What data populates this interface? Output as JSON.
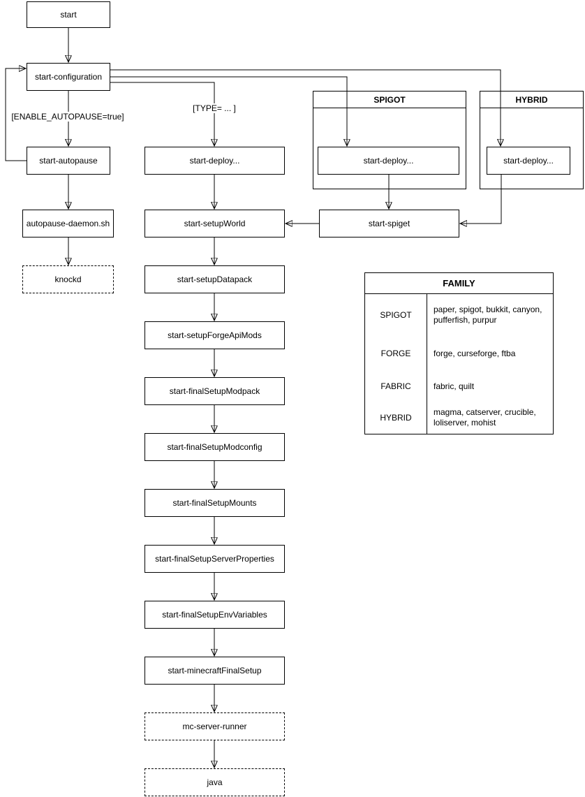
{
  "diagram": {
    "background": "#ffffff",
    "stroke_color": "#000000",
    "text_color": "#000000",
    "nodes": {
      "start": "start",
      "start_configuration": "start-configuration",
      "start_autopause": "start-autopause",
      "autopause_daemon": "autopause-daemon.sh",
      "knockd": "knockd",
      "deploy_main": "start-deploy...",
      "deploy_spigot": "start-deploy...",
      "deploy_hybrid": "start-deploy...",
      "start_spiget": "start-spiget",
      "chain": [
        "start-setupWorld",
        "start-setupDatapack",
        "start-setupForgeApiMods",
        "start-finalSetupModpack",
        "start-finalSetupModconfig",
        "start-finalSetupMounts",
        "start-finalSetupServerProperties",
        "start-finalSetupEnvVariables",
        "start-minecraftFinalSetup",
        "mc-server-runner",
        "java"
      ]
    },
    "containers": {
      "spigot": "SPIGOT",
      "hybrid": "HYBRID"
    },
    "edge_labels": {
      "autopause_condition": "[ENABLE_AUTOPAUSE=true]",
      "type_condition": "[TYPE= ... ]"
    }
  },
  "family_table": {
    "title": "FAMILY",
    "rows": [
      {
        "family": "SPIGOT",
        "values": "paper, spigot, bukkit, canyon, pufferfish, purpur"
      },
      {
        "family": "FORGE",
        "values": "forge, curseforge, ftba"
      },
      {
        "family": "FABRIC",
        "values": "fabric, quilt"
      },
      {
        "family": "HYBRID",
        "values": "magma, catserver, crucible, loliserver, mohist"
      }
    ]
  }
}
